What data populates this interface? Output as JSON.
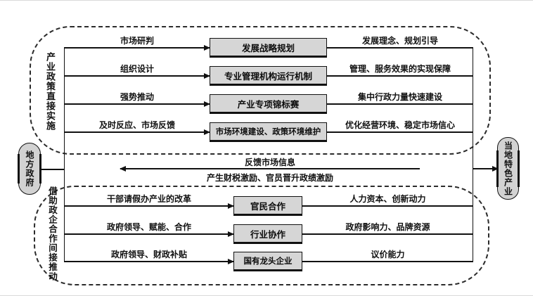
{
  "diagram_title": "",
  "colors": {
    "line": "#111111",
    "box_fill": "#d6d6d6",
    "node_fill": "#d2d2d2",
    "dash_border": "#2b2b2b",
    "background": "#ffffff"
  },
  "left_node": {
    "label": "地方政府"
  },
  "right_node": {
    "label": "当地特色产业"
  },
  "top_section": {
    "side_label": "产业政策直接实施",
    "rows": [
      {
        "left_label": "市场研判",
        "box": "发展战略规划",
        "right_label": "发展理念、规划引导"
      },
      {
        "left_label": "组织设计",
        "box": "专业管理机构运行机制",
        "right_label": "管理、服务效果的实现保障"
      },
      {
        "left_label": "强势推动",
        "box": "产业专项锦标赛",
        "right_label": "集中行政力量快速建设"
      },
      {
        "left_label": "及时反应、市场反馈",
        "box": "市场环境建设、政策环境维护",
        "right_label": "优化经营环境、稳定市场信心"
      }
    ]
  },
  "feedback": {
    "top_label": "反馈市场信息",
    "bottom_label": "产生财税激励、官员晋升政绩激励"
  },
  "bottom_section": {
    "side_label": "借助政企合作间接推动",
    "rows": [
      {
        "left_label": "干部请假办产业的改革",
        "box": "官民合作",
        "right_label": "人力资本、创新动力"
      },
      {
        "left_label": "政府领导、赋能、合作",
        "box": "行业协作",
        "right_label": "政府影响力、品牌资源"
      },
      {
        "left_label": "政府领导、财政补贴",
        "box": "国有龙头企业",
        "right_label": "议价能力"
      }
    ]
  }
}
